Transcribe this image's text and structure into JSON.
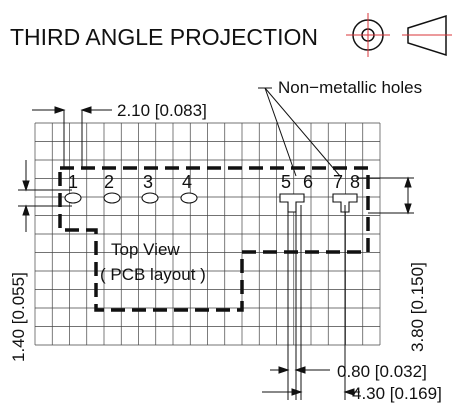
{
  "header": {
    "title": "THIRD ANGLE PROJECTION",
    "symbol_icon": "third-angle-projection-icon"
  },
  "annotations": {
    "holes_label": "Non−metallic holes",
    "top_view_line1": "Top View",
    "top_view_line2": "( PCB layout )"
  },
  "pins": [
    "1",
    "2",
    "3",
    "4",
    "5",
    "6",
    "7",
    "8"
  ],
  "dimensions": {
    "pitch": "2.10 [0.083]",
    "left_vertical": "1.40 [0.055]",
    "right_vertical": "3.80 [0.150]",
    "hole_span": "0.80 [0.032]",
    "pin_span": "4.30 [0.169]"
  },
  "colors": {
    "line": "#111111",
    "projection_red": "#d9343a",
    "grid": "#444444"
  }
}
